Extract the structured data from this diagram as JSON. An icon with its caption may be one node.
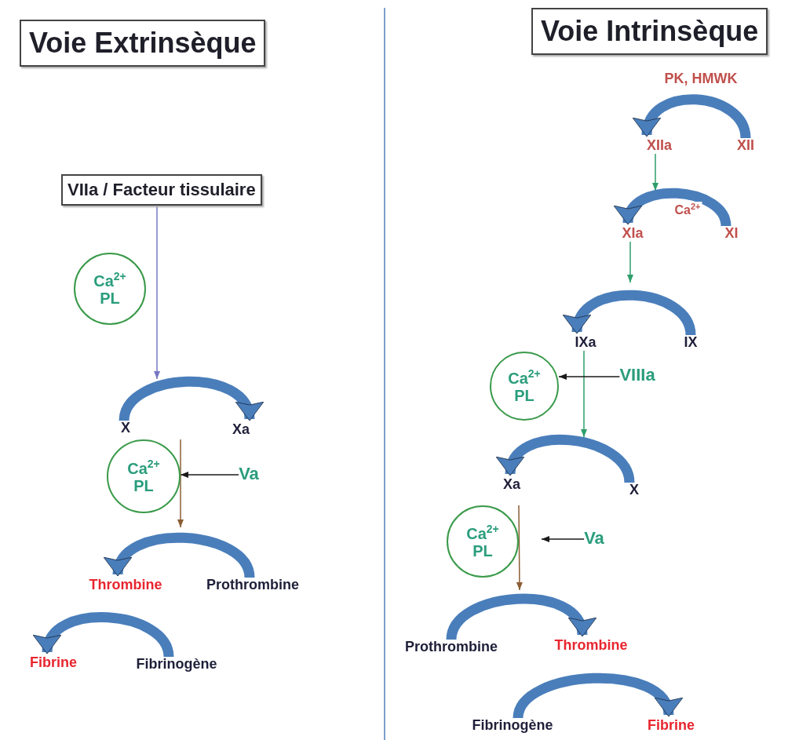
{
  "diagram": {
    "nodes": [
      {
        "text": [
          "Voie Extrinsèque"
        ]
      },
      {
        "text": [
          "VIIa / Facteur tissulaire"
        ]
      },
      {
        "text": [
          "Ca$^{2+}$",
          "PL"
        ]
      },
      {
        "text": [
          "X"
        ]
      },
      {
        "text": [
          "Xa"
        ]
      },
      {
        "text": [
          "Ca$^{2+}$",
          "PL"
        ]
      },
      {
        "text": [
          "Va"
        ]
      },
      {
        "text": [
          "Thrombine"
        ]
      },
      {
        "text": [
          "Prothrombine"
        ]
      },
      {
        "text": [
          "Fibrine"
        ]
      },
      {
        "text": [
          "Fibrinogène"
        ]
      },
      {
        "text": [
          "Voie Intrinsèque"
        ]
      },
      {
        "text": [
          "XIIa"
        ]
      },
      {
        "text": [
          "XII"
        ]
      },
      {
        "text": [
          "XIa"
        ]
      },
      {
        "text": [
          "XI"
        ]
      },
      {
        "text": [
          "IXa"
        ]
      },
      {
        "text": [
          "IX"
        ]
      },
      {
        "text": [
          "Ca$^{2+}$",
          "PL"
        ]
      },
      {
        "text": [
          "VIIIa"
        ]
      },
      {
        "text": [
          "Xa"
        ]
      },
      {
        "text": [
          "X"
        ]
      },
      {
        "text": [
          "Ca$^{2+}$",
          "PL"
        ]
      },
      {
        "text": [
          "Va"
        ]
      },
      {
        "text": [
          "Prothrombine"
        ]
      },
      {
        "text": [
          "Thrombine"
        ]
      },
      {
        "text": [
          "Fibrinogène"
        ]
      },
      {
        "text": [
          "Fibrine"
        ]
      }
    ],
    "edges": [
      {
        "from": 1,
        "to": null,
        "arrow": "to",
        "color": "#7777c4"
      },
      {
        "from": 3,
        "to": 4,
        "arrow": "to",
        "style": "thick"
      },
      {
        "from": 6,
        "to": 5,
        "arrow": "to",
        "color": "#1a1a1a"
      },
      {
        "from": 5,
        "to": null,
        "arrow": "to",
        "color": "#8b5e34"
      },
      {
        "from": 8,
        "to": 7,
        "arrow": "to",
        "style": "thick"
      },
      {
        "from": 10,
        "to": 9,
        "arrow": "to",
        "style": "thick"
      },
      {
        "from": 13,
        "to": 12,
        "arrow": "to",
        "style": "thick"
      },
      {
        "from": 12,
        "to": null,
        "arrow": "to",
        "color": "#2e9e6b"
      },
      {
        "from": 15,
        "to": 14,
        "arrow": "to",
        "style": "thick",
        "label": "Ca$^{2+}$"
      },
      {
        "from": 14,
        "to": null,
        "arrow": "to",
        "color": "#2e9e6b"
      },
      {
        "from": 17,
        "to": 16,
        "arrow": "to",
        "style": "thick"
      },
      {
        "from": 16,
        "to": null,
        "arrow": "to",
        "color": "#2e9e6b"
      },
      {
        "from": 19,
        "to": 18,
        "arrow": "to",
        "color": "#1a1a1a"
      },
      {
        "from": 21,
        "to": 20,
        "arrow": "to",
        "style": "thick"
      },
      {
        "from": 22,
        "to": null,
        "arrow": "to",
        "color": "#8b5e34"
      },
      {
        "from": 23,
        "to": null,
        "arrow": "to",
        "color": "#1a1a1a"
      },
      {
        "from": 24,
        "to": 25,
        "arrow": "to",
        "style": "thick"
      },
      {
        "from": 26,
        "to": 27,
        "arrow": "to",
        "style": "thick"
      }
    ],
    "labels": [
      "PK, HMWK"
    ]
  }
}
